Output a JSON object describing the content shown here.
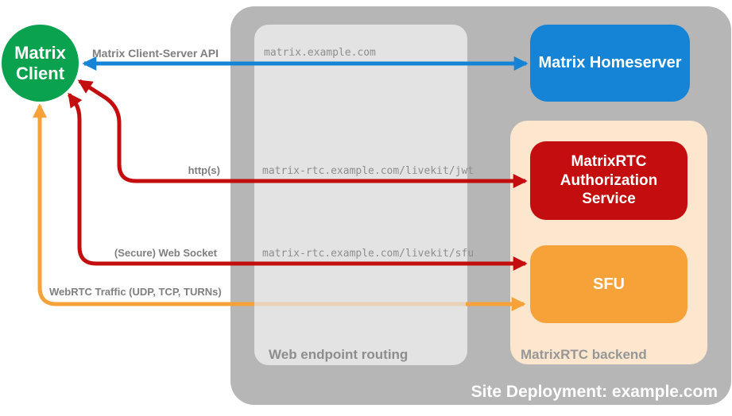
{
  "title": "Matrix RTC site deployment diagram",
  "colors": {
    "client_green": "#0aa24f",
    "homeserver_blue": "#1583d6",
    "auth_service_red": "#c40d0e",
    "sfu_orange": "#f7a139",
    "backend_peach": "#fce6ce",
    "routing_gray": "#e3e3e3",
    "site_gray": "#b6b6b6",
    "label_gray": "#7f7f7f",
    "endpoint_text_gray": "#8e8e8e"
  },
  "nodes": {
    "client": {
      "label": "Matrix Client"
    },
    "homeserver": {
      "label": "Matrix Homeserver"
    },
    "auth_service": {
      "label": "MatrixRTC Authorization Service"
    },
    "sfu": {
      "label": "SFU"
    }
  },
  "containers": {
    "site_deployment": {
      "label": "Site Deployment: example.com"
    },
    "web_endpoint_routing": {
      "label": "Web endpoint routing"
    },
    "matrixrtc_backend": {
      "label": "MatrixRTC backend"
    }
  },
  "connections": [
    {
      "name": "matrix-client-server-api",
      "label": "Matrix Client-Server API",
      "endpoint": "matrix.example.com",
      "from": "Matrix Client",
      "to": "Matrix Homeserver",
      "color": "#1583d6",
      "bidirectional": true
    },
    {
      "name": "http-s",
      "label": "http(s)",
      "endpoint": "matrix-rtc.example.com/livekit/jwt",
      "from": "Matrix Client",
      "to": "MatrixRTC Authorization Service",
      "color": "#c40d0e",
      "bidirectional": true
    },
    {
      "name": "secure-web-socket",
      "label": "(Secure) Web Socket",
      "endpoint": "matrix-rtc.example.com/livekit/sfu",
      "from": "Matrix Client",
      "to": "SFU",
      "color": "#c40d0e",
      "bidirectional": true
    },
    {
      "name": "webrtc-traffic",
      "label": "WebRTC Traffic (UDP, TCP, TURNs)",
      "from": "Matrix Client",
      "to": "SFU",
      "color": "#f7a139",
      "bidirectional": true
    }
  ]
}
